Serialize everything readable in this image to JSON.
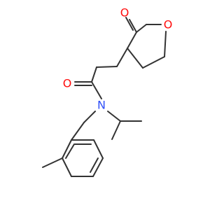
{
  "colors": {
    "bond": "#333333",
    "oxygen": "#ff0d0d",
    "nitrogen": "#3050f8",
    "background": "#ffffff"
  },
  "atoms": {
    "lactone_carbonyl_oxygen": "O",
    "ring_oxygen": "O",
    "amide_oxygen": "O",
    "amide_nitrogen": "N"
  }
}
